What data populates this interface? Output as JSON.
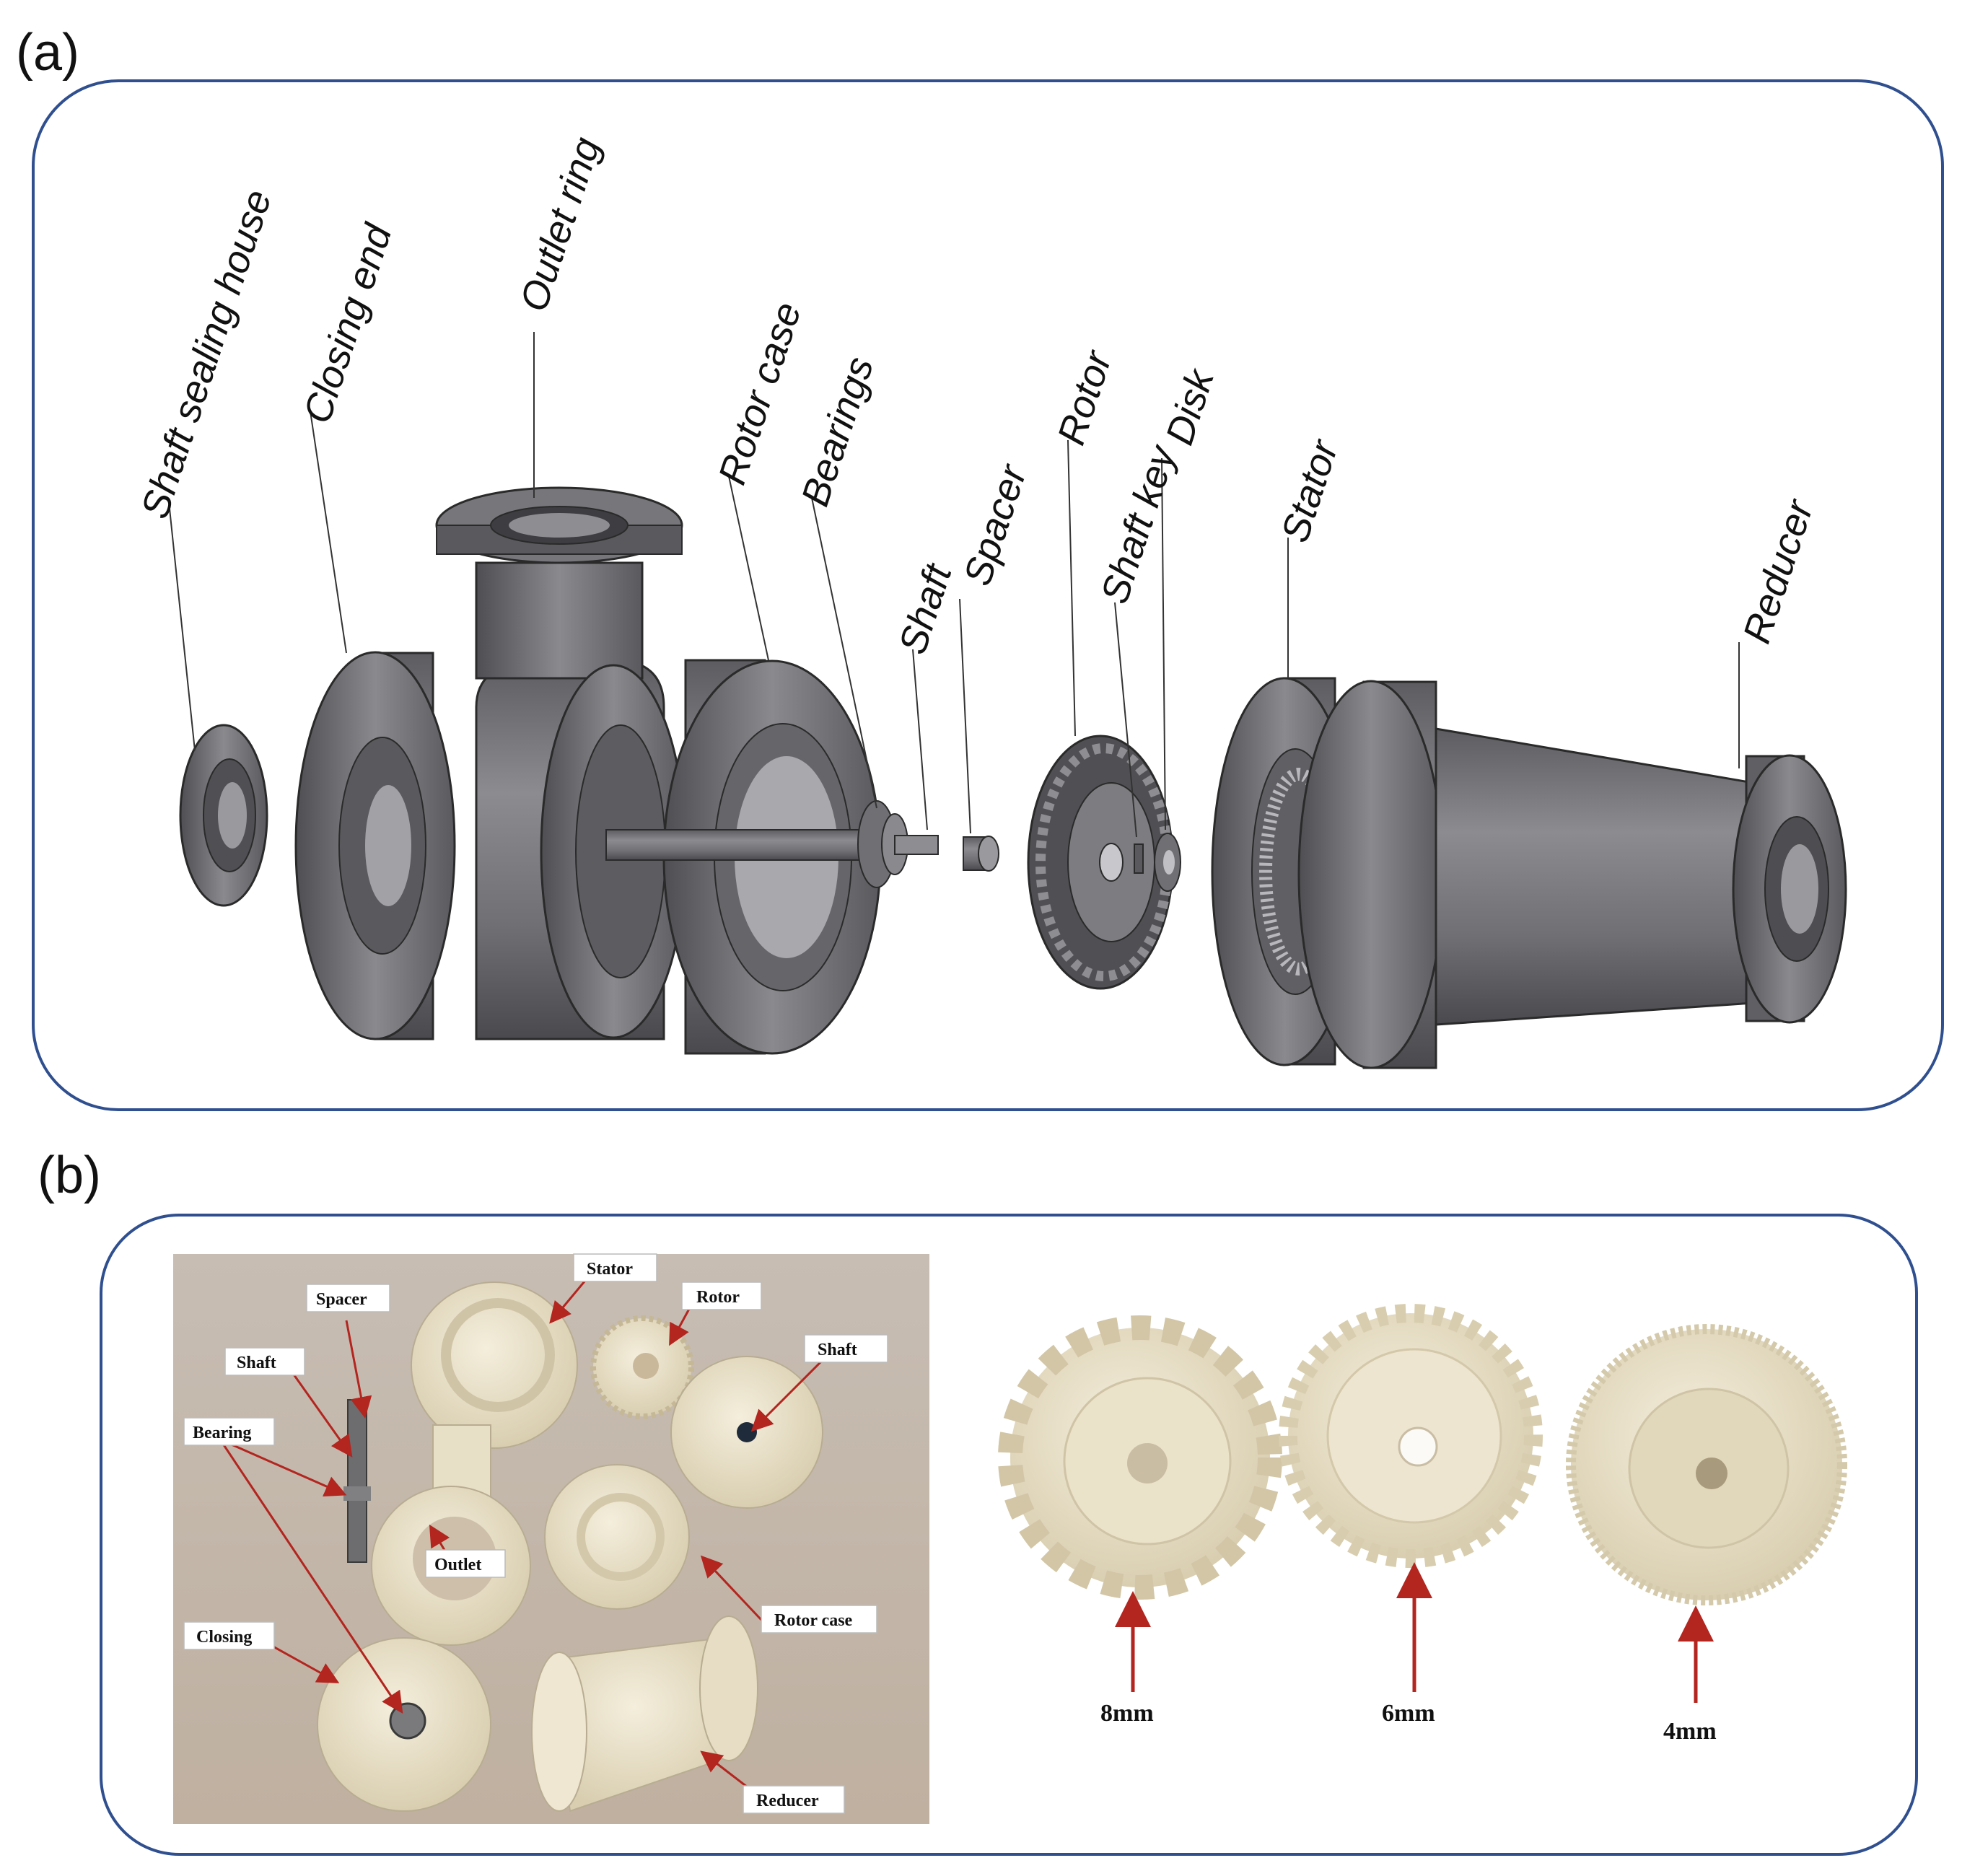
{
  "panels": {
    "a": {
      "letter": "(a)",
      "labels": {
        "shaft_sealing_house": "Shaft sealing house",
        "closing_end": "Closing end",
        "outlet_ring": "Outlet ring",
        "rotor_case": "Rotor case",
        "bearings": "Bearings",
        "shaft": "Shaft",
        "spacer": "Spacer",
        "rotor": "Rotor",
        "shaft_key": "Shaft key",
        "disk": "Disk",
        "stator": "Stator",
        "reducer": "Reducer"
      }
    },
    "b": {
      "letter": "(b)",
      "photo_labels": {
        "spacer": "Spacer",
        "stator": "Stator",
        "rotor": "Rotor",
        "shaft_left": "Shaft",
        "shaft_right": "Shaft",
        "bearing": "Bearing",
        "outlet": "Outlet",
        "rotor_case": "Rotor case",
        "closing": "Closing",
        "reducer": "Reducer"
      },
      "rotor_sizes": [
        "8mm",
        "6mm",
        "4mm"
      ]
    }
  },
  "colors": {
    "frame": "#2f4f8f",
    "cad_metal": "#7b7b7f",
    "photo_background": "#c9bcae",
    "plastic": "#ece4cf",
    "arrow": "#b3251f"
  }
}
